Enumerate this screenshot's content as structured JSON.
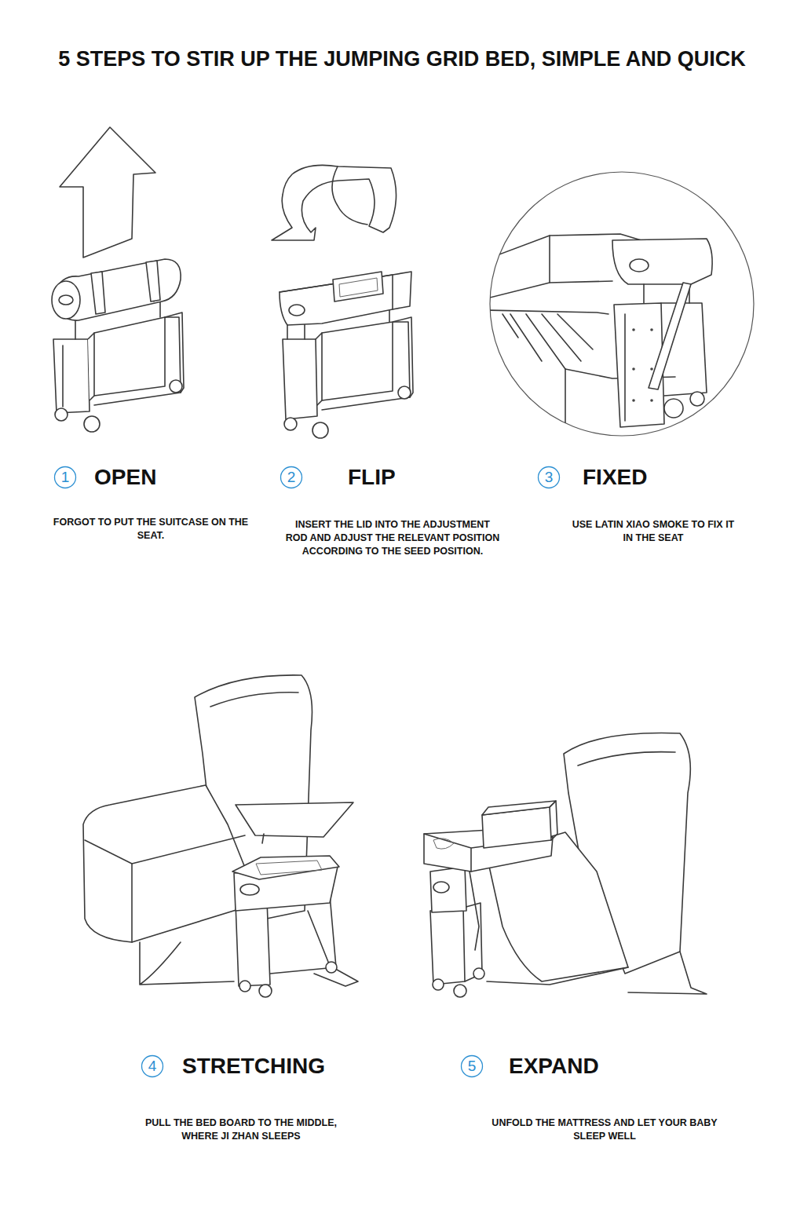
{
  "diagram": {
    "title": "5 STEPS TO STIR UP THE JUMPING GRID BED, SIMPLE AND QUICK",
    "nodes": [
      {
        "text": [
          "1"
        ]
      },
      {
        "text": [
          "2"
        ]
      },
      {
        "text": [
          "3"
        ]
      },
      {
        "text": [
          "4"
        ]
      },
      {
        "text": [
          "5"
        ]
      }
    ],
    "labels": [
      "OPEN",
      "FORGOT TO PUT THE SUITCASE ON THE SEAT.",
      "FLIP",
      "INSERT THE LID INTO THE ADJUSTMENT ROD AND ADJUST THE RELEVANT POSITION ACCORDING TO THE SEED POSITION.",
      "FIXED",
      "USE LATIN XIAO SMOKE TO FIX IT IN THE SEAT",
      "STRETCHING",
      "PULL THE BED BOARD TO THE MIDDLE, WHERE JI ZHAN SLEEPS",
      "EXPAND",
      "UNFOLD THE MATTRESS AND LET YOUR BABY SLEEP WELL"
    ]
  }
}
